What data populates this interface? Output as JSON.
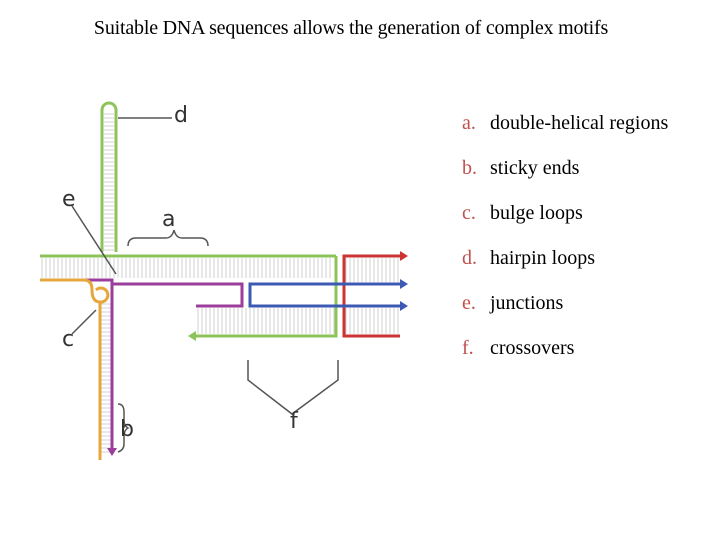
{
  "title": "Suitable DNA sequences allows the generation of complex motifs",
  "diagram": {
    "labels": [
      "a",
      "b",
      "c",
      "d",
      "e",
      "f"
    ],
    "colors": {
      "green": "#8cc35a",
      "orange": "#e6a63c",
      "purple": "#9b3d9b",
      "blue": "#3c5ab4",
      "red": "#cc3333",
      "tick": "#d8d8d8",
      "ink": "#555555"
    }
  },
  "legend": [
    {
      "marker": "a.",
      "text": "double-helical regions"
    },
    {
      "marker": "b.",
      "text": "sticky ends"
    },
    {
      "marker": "c.",
      "text": "bulge loops"
    },
    {
      "marker": "d.",
      "text": "hairpin loops"
    },
    {
      "marker": "e.",
      "text": "junctions"
    },
    {
      "marker": "f.",
      "text": "crossovers"
    }
  ]
}
